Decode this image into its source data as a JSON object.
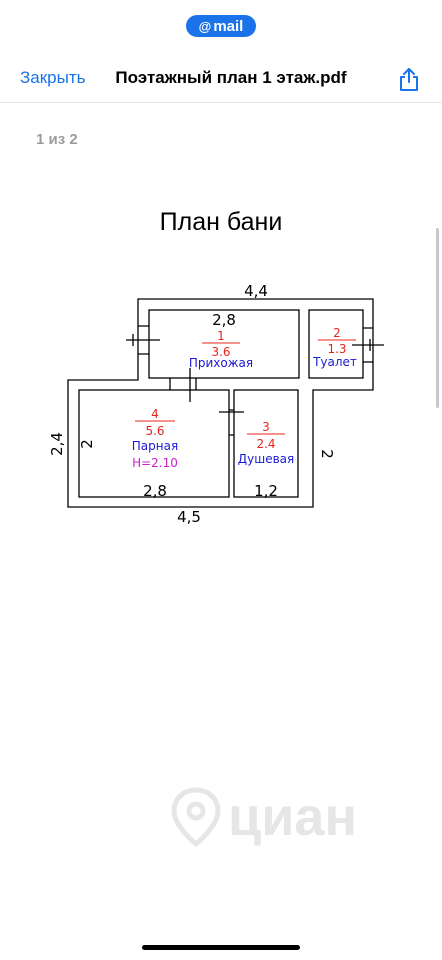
{
  "status_badge": {
    "at": "@",
    "text": "mail"
  },
  "navbar": {
    "close_label": "Закрыть",
    "title": "Поэтажный план 1 этаж.pdf",
    "share_icon": "share-icon"
  },
  "page_counter": "1 из 2",
  "plan": {
    "title": "План бани",
    "dimensions": {
      "top": "4,4",
      "bottom": "4,5",
      "left": "2,4",
      "right": "2",
      "hall_width": "2,8",
      "steam_width": "2,8",
      "shower_width": "1,2",
      "steam_height": "2"
    },
    "rooms": [
      {
        "number": "1",
        "area": "3.6",
        "name": "Прихожая"
      },
      {
        "number": "2",
        "area": "1.3",
        "name": "Туалет"
      },
      {
        "number": "3",
        "area": "2.4",
        "name": "Душевая"
      },
      {
        "number": "4",
        "area": "5.6",
        "name": "Парная",
        "height": "H=2.10"
      }
    ],
    "colors": {
      "number": "#e8251d",
      "name": "#1a1ad6",
      "height": "#cc22cc",
      "wall": "#000000"
    }
  },
  "watermark": {
    "text": "циан"
  }
}
